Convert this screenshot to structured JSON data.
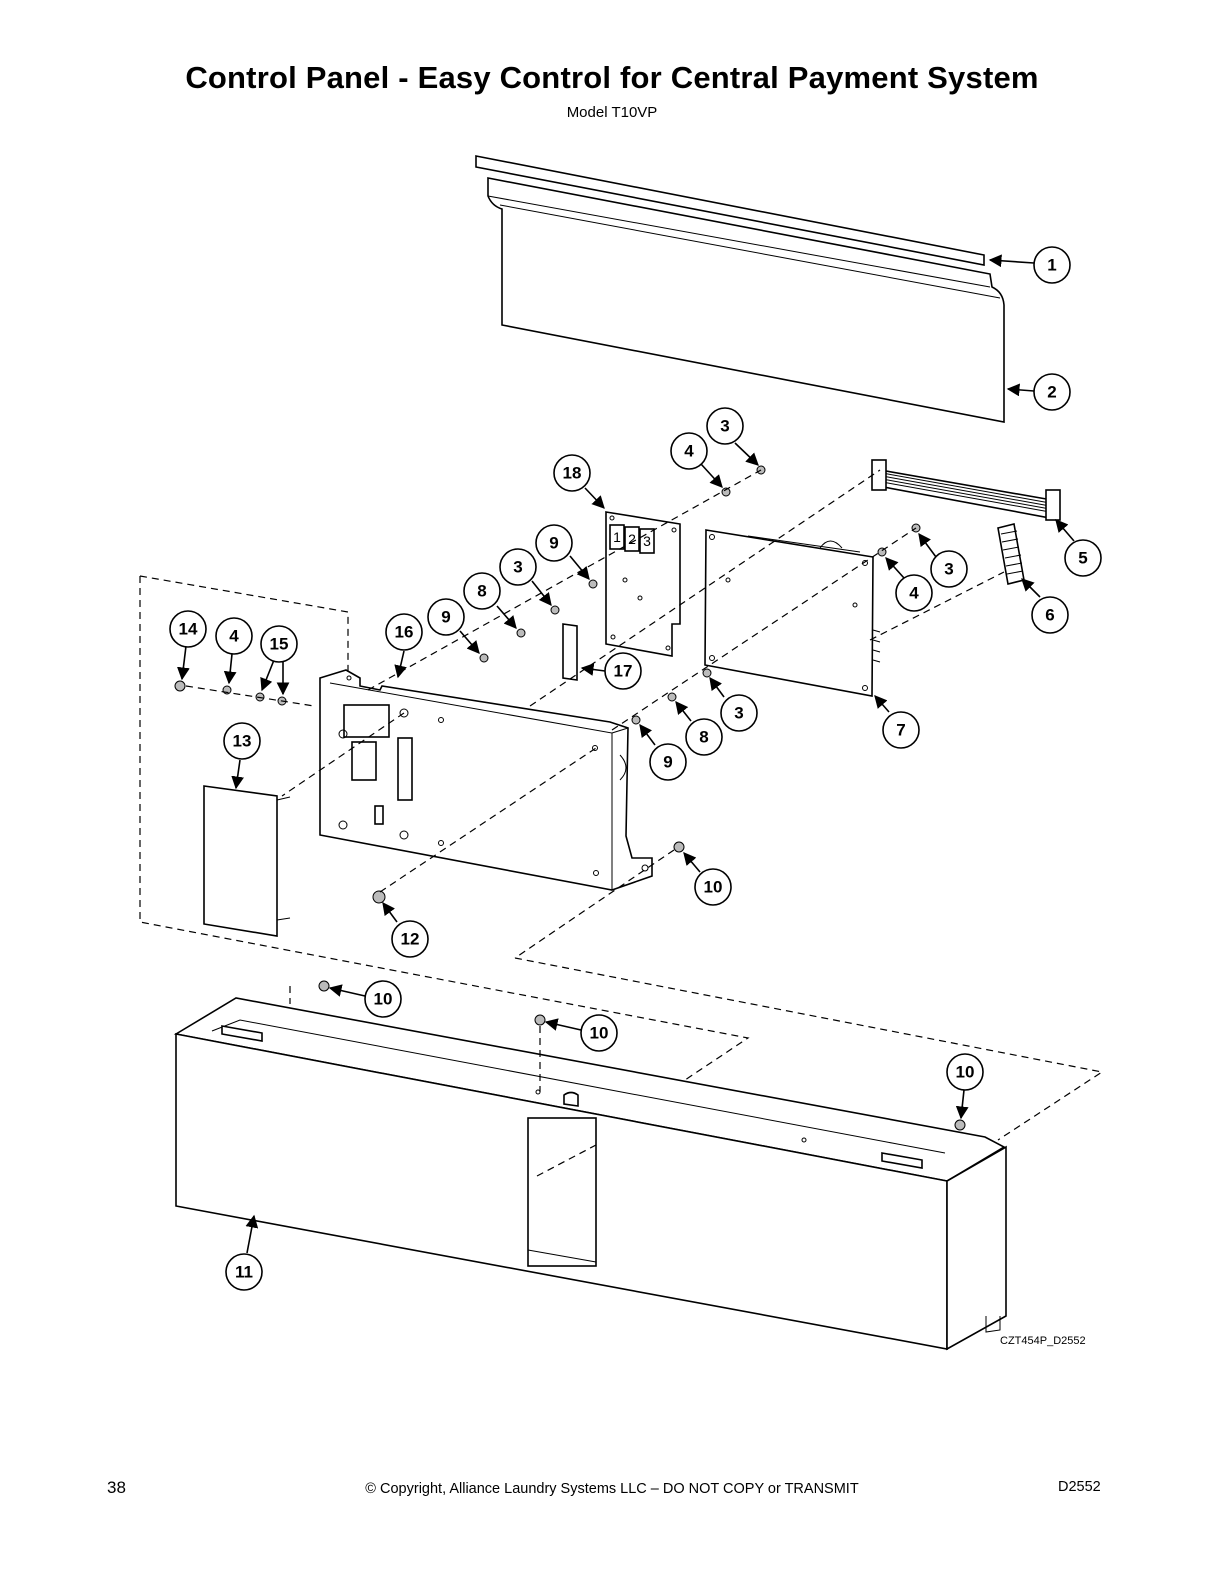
{
  "header": {
    "title": "Control Panel - Easy Control for Central Payment System",
    "subtitle": "Model T10VP"
  },
  "diagram": {
    "drawing_id": "CZT454P_D2552",
    "keypad_digits": [
      "1",
      "2",
      "3"
    ],
    "callouts": {
      "c1": "1",
      "c2": "2",
      "c3a": "3",
      "c4a": "4",
      "c18": "18",
      "c5": "5",
      "c9a": "9",
      "c3b": "3",
      "c3c": "3",
      "c4b": "4",
      "c6": "6",
      "c8a": "8",
      "c9b": "9",
      "c14": "14",
      "c4c": "4",
      "c15": "15",
      "c16": "16",
      "c17": "17",
      "c3d": "3",
      "c7": "7",
      "c8b": "8",
      "c9c": "9",
      "c13": "13",
      "c10a": "10",
      "c12": "12",
      "c10b": "10",
      "c10c": "10",
      "c10d": "10",
      "c11": "11"
    }
  },
  "footer": {
    "page_number": "38",
    "copyright": "© Copyright, Alliance Laundry Systems LLC – DO NOT COPY or TRANSMIT",
    "doc_number": "D2552"
  }
}
